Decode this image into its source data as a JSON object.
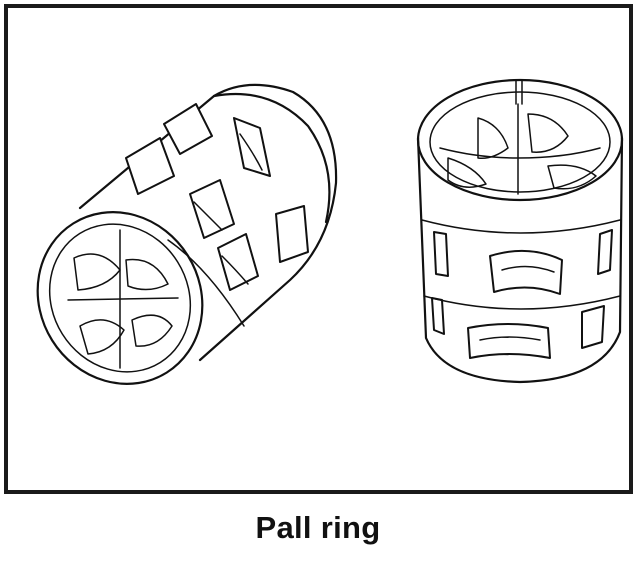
{
  "caption": "Pall ring",
  "colors": {
    "line": "#111111",
    "background": "#ffffff",
    "frame": "#1a1a1a"
  },
  "figures": [
    {
      "name": "pall-ring-side-view"
    },
    {
      "name": "pall-ring-standing-view"
    }
  ]
}
